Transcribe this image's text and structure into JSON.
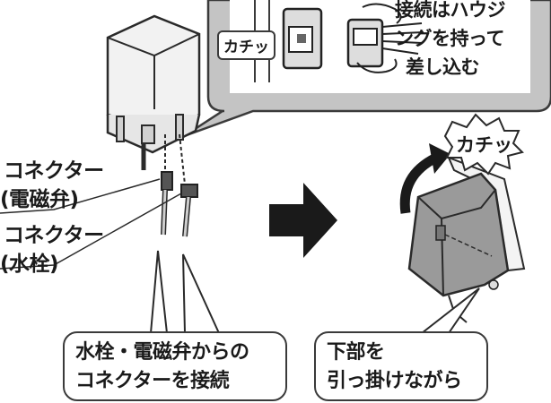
{
  "labels": {
    "connector_solenoid_line1": "コネクター",
    "connector_solenoid_line2": "(電磁弁)",
    "connector_faucet_line1": "コネクター",
    "connector_faucet_line2": "(水栓)",
    "kachi_tag": "カチッ",
    "kachi_burst": "カチッ"
  },
  "zoom": {
    "line1": "接続はハウジ",
    "line2": "ングを持って",
    "line3": "差し込む"
  },
  "callouts": {
    "connect_line1": "水栓・電磁弁からの",
    "connect_line2": "コネクターを接続",
    "hook_line1": "下部を",
    "hook_line2": "引っ掛けながら"
  },
  "colors": {
    "zoom_panel": "#c4c4c4",
    "unit_fill": "#f2f2f2",
    "box_fill": "#9a9a9a",
    "arrow": "#1a1a1a"
  },
  "icons": {
    "direction_arrow": "right-arrow-icon",
    "rotate_arrow": "curved-arrow-icon"
  }
}
